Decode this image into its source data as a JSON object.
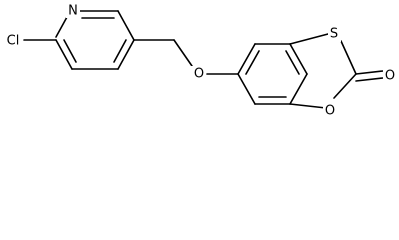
{
  "molecule": {
    "atoms": {
      "n": "N",
      "cl": "Cl",
      "o_ether": "O",
      "s": "S",
      "o_ring": "O",
      "o_carbonyl": "O"
    }
  },
  "colors": {
    "bond": "#000000",
    "label": "#000000",
    "background": "#ffffff"
  }
}
